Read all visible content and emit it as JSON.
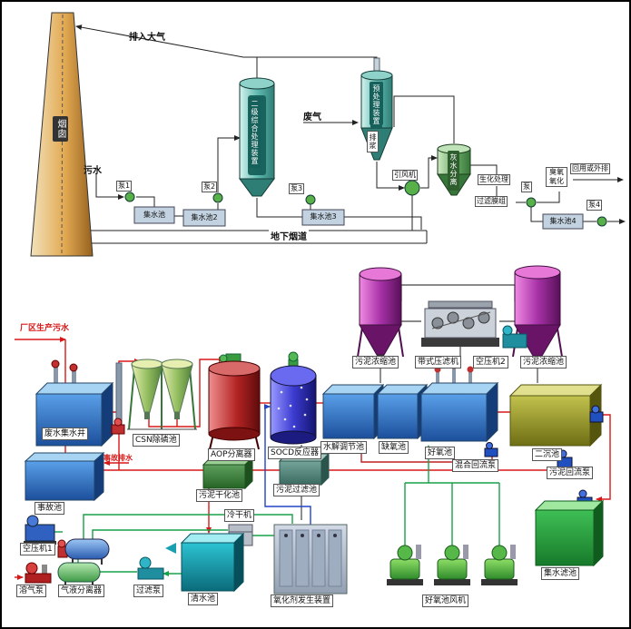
{
  "top": {
    "chimney": "烟囱",
    "to_atmosphere": "排入大气",
    "wastewater": "污水",
    "pump1": "泵1",
    "sump1": "集水池",
    "pump2": "泵2",
    "sump2": "集水池2",
    "secondary_unit": "二级综合处理装置",
    "pump3": "泵3",
    "sump3": "集水池3",
    "waste_gas": "废气",
    "pretreat_unit": "预处理装置",
    "slurry_out": "排浆",
    "draft_fan": "引风机",
    "ash_water_sep": "灰水分离",
    "bio_treat": "生化处理",
    "membrane": "过滤膜组",
    "pump_small": "泵",
    "ozone_unit": "臭氧氧化",
    "reuse_out": "回用或外排",
    "pump4": "泵4",
    "sump4": "集水池4",
    "underground_flue": "地下烟道"
  },
  "bottom": {
    "influent": "厂区生产污水",
    "collect_well": "废水集水井",
    "csn_tank": "CSN除磷池",
    "aop_separator": "AOP分离器",
    "socd_reactor": "SOCD反应器",
    "hydrolysis_tank": "水解调节池",
    "anoxic_tank": "缺氧池",
    "aerobic_tank": "好氧池",
    "mix_return_pump": "混合回流泵",
    "secondary_clarifier": "二沉池",
    "sludge_thickener_left": "污泥浓缩池",
    "sludge_thickener_right": "污泥浓缩池",
    "belt_press": "带式压滤机",
    "air_compressor2": "空压机2",
    "sludge_return_pump": "污泥回流泵",
    "accident_tank": "事故池",
    "accident_drain": "事故排水",
    "sludge_drying": "污泥干化池",
    "sludge_filter": "污泥过滤池",
    "air_compressor1": "空压机1",
    "cold_dryer": "冷干机",
    "dissolved_air_pump": "溶气泵",
    "gas_liquid_sep": "气液分离器",
    "filter_pump": "过滤泵",
    "clean_water_tank": "清水池",
    "oxidant_generator": "氧化剂发生装置",
    "aerobic_blower": "好氧池风机",
    "collect_filter_tank": "集水滤池"
  },
  "colors": {
    "pipe_wastewater": "#d81818",
    "pipe_air": "#18a048",
    "pipe_oxidant": "#2343c8",
    "pipe_gas": "#222222",
    "chimney": "#e2a952",
    "vessel_teal": "#62bcb2",
    "tank_blue": "#1c4f9c",
    "tank_olive": "#6e6e14",
    "thickener_purple": "#a832a8",
    "aop_maroon": "#b42424",
    "socd_blue": "#3c3cd2"
  }
}
